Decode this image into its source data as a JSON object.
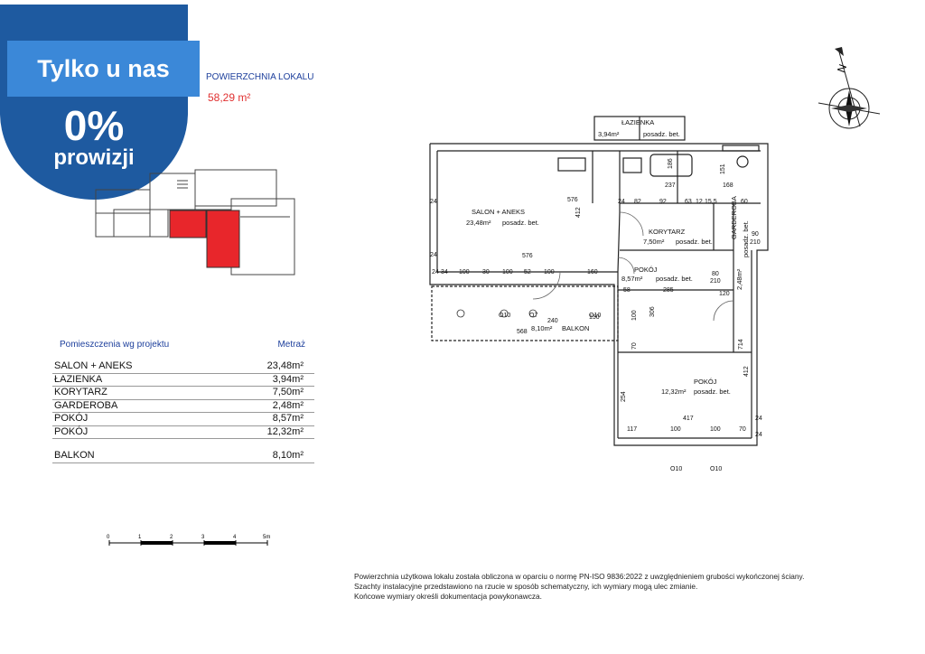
{
  "badge": {
    "line1": "Tylko u nas",
    "line2": "0%",
    "line3": "prowizji"
  },
  "area": {
    "label": "POWIERZCHNIA LOKALU",
    "value": "58,29 m²"
  },
  "rooms": {
    "header_name": "Pomieszczenia wg projektu",
    "header_area": "Metraż",
    "items": [
      {
        "name": "SALON + ANEKS",
        "area": "23,48m²"
      },
      {
        "name": "ŁAZIENKA",
        "area": "3,94m²"
      },
      {
        "name": "KORYTARZ",
        "area": "7,50m²"
      },
      {
        "name": "GARDEROBA",
        "area": "2,48m²"
      },
      {
        "name": "POKÓJ",
        "area": "8,57m²"
      },
      {
        "name": "POKÓJ",
        "area": "12,32m²"
      }
    ],
    "extra": {
      "name": "BALKON",
      "area": "8,10m²"
    }
  },
  "scale": {
    "labels": [
      "0",
      "1",
      "2",
      "3",
      "4",
      "5m"
    ]
  },
  "notes": [
    "Powierzchnia użytkowa lokalu została obliczona w oparciu o normę PN-ISO 9836:2022 z uwzględnieniem grubości wykończonej ściany.",
    "Szachty instalacyjne przedstawiono na rzucie w sposób schematyczny, ich wymiary mogą ulec zmianie.",
    "Końcowe wymiary określi dokumentacja powykonawcza."
  ],
  "plan": {
    "labels": {
      "lazienka": "ŁAZIENKA",
      "lazienka_area": "3,94m²",
      "salon": "SALON + ANEKS",
      "salon_area": "23,48m²",
      "korytarz": "KORYTARZ",
      "korytarz_area": "7,50m²",
      "garderoba": "GARDEROBA",
      "garderoba_area": "2,48m²",
      "pokoj1": "POKÓJ",
      "pokoj1_area": "8,57m²",
      "pokoj2": "POKÓJ",
      "pokoj2_area": "12,32m²",
      "balkon": "BALKON",
      "balkon_area": "8,10m²",
      "floor": "posadz. bet."
    },
    "dims": {
      "d576a": "576",
      "d412a": "412",
      "d576b": "576",
      "d24": "24",
      "d34": "34",
      "d100": "100",
      "d30": "30",
      "d52": "52",
      "d160": "160",
      "d237": "237",
      "d168": "168",
      "d151": "151",
      "d186": "186",
      "d82": "82",
      "d92": "92",
      "d63": "63",
      "d12": "12",
      "d15_5": "15,5",
      "d60": "60",
      "d285": "285",
      "d306": "306",
      "d120": "120",
      "d714": "714",
      "d412b": "412",
      "d568": "568",
      "d254": "254",
      "d70": "70",
      "d417": "417",
      "d117": "117",
      "d90": "90",
      "d210": "210",
      "d80": "80",
      "d150": "150",
      "d240": "240",
      "d58": "58"
    },
    "windows": {
      "o10": "O10",
      "o7": "O7"
    },
    "compass": "N"
  }
}
